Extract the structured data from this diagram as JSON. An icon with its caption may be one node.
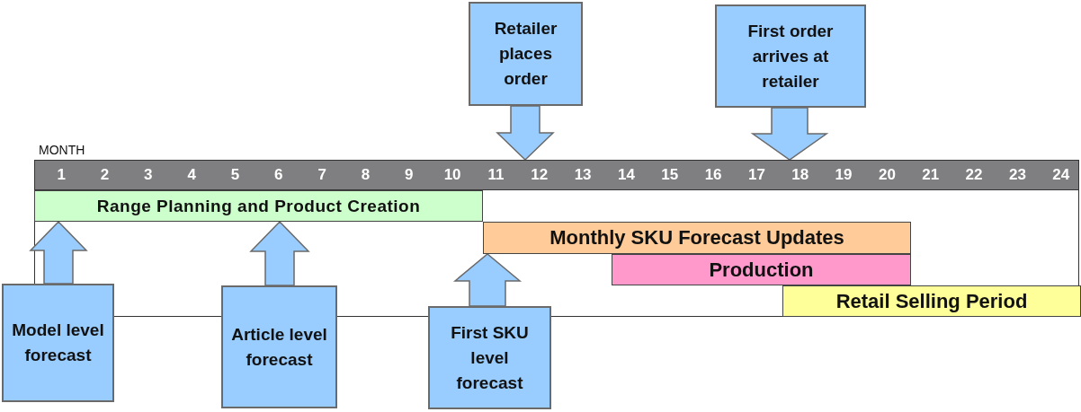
{
  "diagram": {
    "nodes": [
      {
        "text": [
          "Retailer places order"
        ]
      },
      {
        "text": [
          "First order arrives at retailer"
        ]
      },
      {
        "text": [
          "MONTH",
          "1",
          "2",
          "3",
          "4",
          "5",
          "6",
          "7",
          "8",
          "9",
          "10",
          "11",
          "12",
          "13",
          "14",
          "15",
          "16",
          "17",
          "18",
          "19",
          "20",
          "21",
          "22",
          "23",
          "24"
        ]
      },
      {
        "text": [
          "Range Planning and Product Creation"
        ]
      },
      {
        "text": [
          "Monthly SKU Forecast Updates"
        ]
      },
      {
        "text": [
          "Production"
        ]
      },
      {
        "text": [
          "Retail Selling Period"
        ]
      },
      {
        "text": [
          "Model level forecast"
        ]
      },
      {
        "text": [
          "Article level forecast"
        ]
      },
      {
        "text": [
          "First SKU level forecast"
        ]
      }
    ],
    "edges": [
      {
        "from": 0,
        "to": 2,
        "arrow": "to"
      },
      {
        "from": 1,
        "to": 2,
        "arrow": "to"
      },
      {
        "from": 7,
        "to": 3,
        "arrow": "to"
      },
      {
        "from": 8,
        "to": 3,
        "arrow": "to"
      },
      {
        "from": 9,
        "to": 4,
        "arrow": "to"
      }
    ]
  }
}
